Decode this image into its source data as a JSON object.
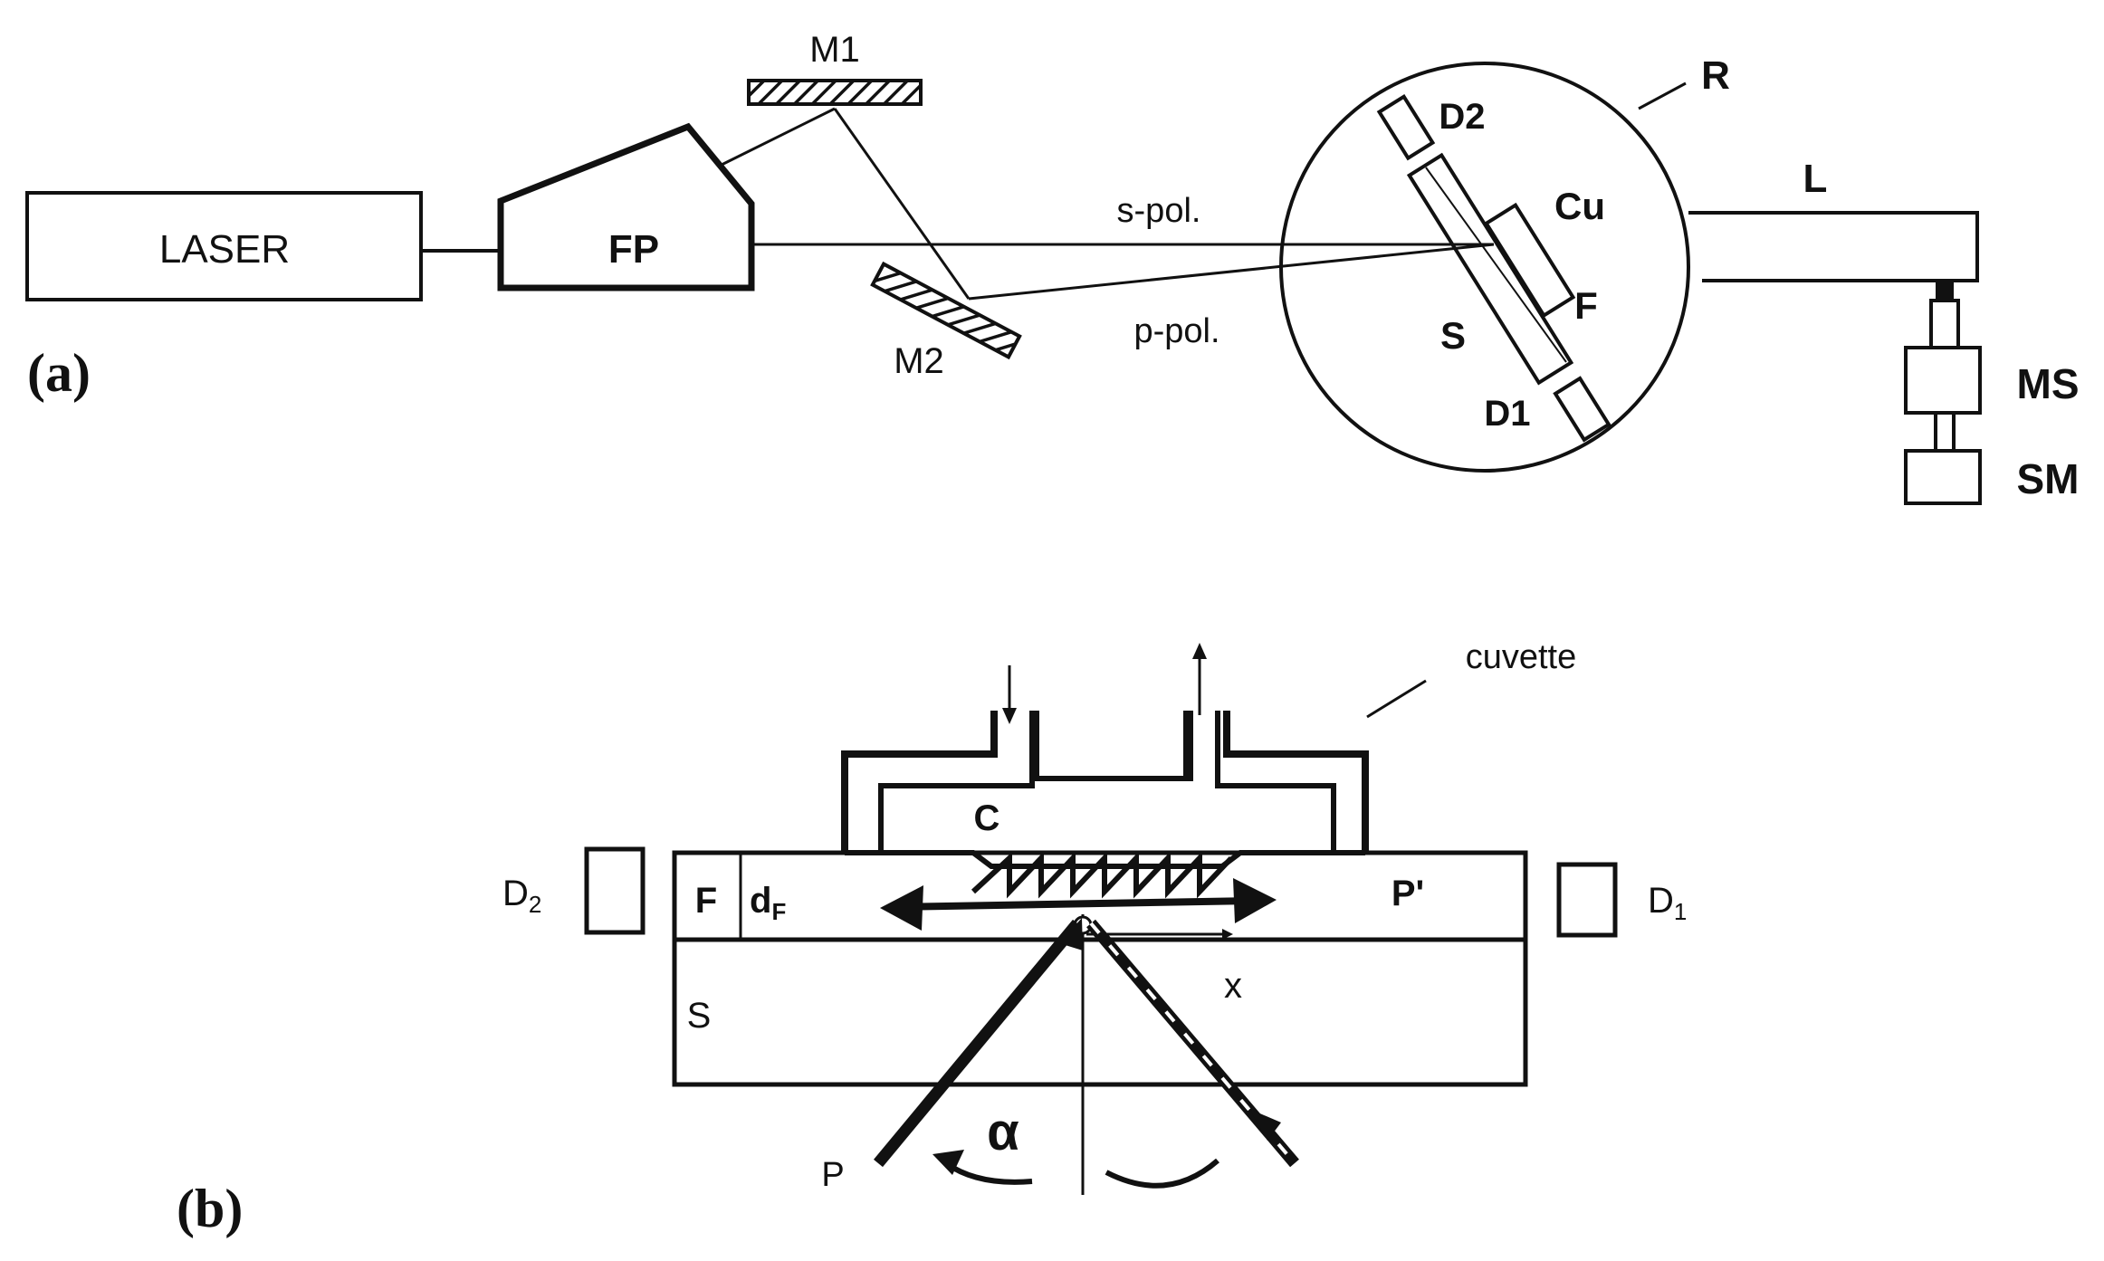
{
  "panel_a": {
    "label": "(a)",
    "laser": "LASER",
    "fp": "FP",
    "m1": "M1",
    "m2": "M2",
    "s_pol": "s-pol.",
    "p_pol": "p-pol.",
    "r": "R",
    "d2": "D2",
    "cu": "Cu",
    "f": "F",
    "s": "S",
    "d1": "D1",
    "l": "L",
    "ms": "MS",
    "sm": "SM"
  },
  "panel_b": {
    "label": "(b)",
    "cuvette": "cuvette",
    "c": "C",
    "d2_main": "D",
    "d2_sub": "2",
    "d1_main": "D",
    "d1_sub": "1",
    "f": "F",
    "df_main": "d",
    "df_sub": "F",
    "p_prime": "P'",
    "s": "S",
    "x": "x",
    "p": "P",
    "alpha": "α"
  }
}
